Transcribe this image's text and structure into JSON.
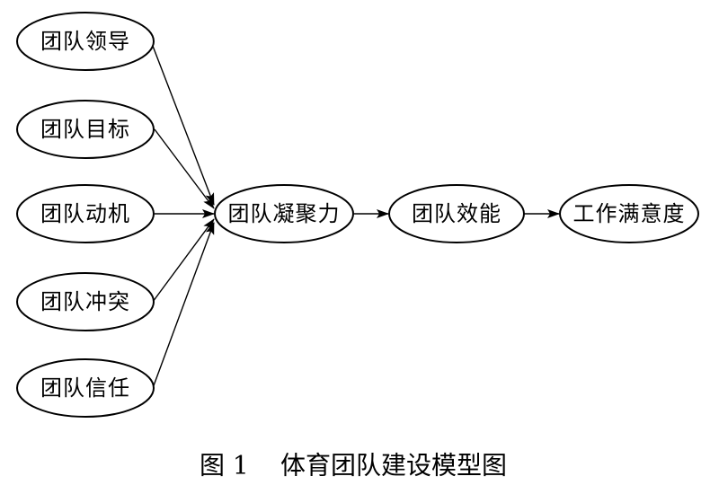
{
  "nodes": {
    "leadership": "团队领导",
    "goal": "团队目标",
    "motivation": "团队动机",
    "conflict": "团队冲突",
    "trust": "团队信任",
    "cohesion": "团队凝聚力",
    "efficacy": "团队效能",
    "satisfaction": "工作满意度"
  },
  "caption": {
    "number": "图 1",
    "title": "体育团队建设模型图"
  }
}
